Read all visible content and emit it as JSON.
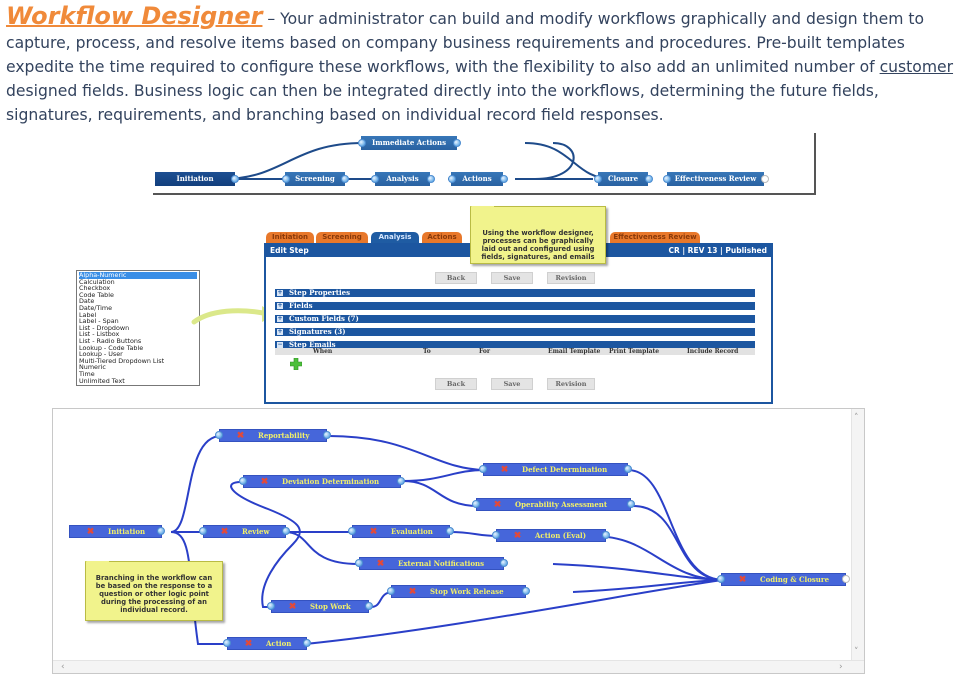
{
  "intro": {
    "title": "Workflow Designer",
    "dash": " – ",
    "text_before_link": "Your administrator can build and modify workflows graphically and design them to capture, process, and resolve items based on company business requirements and procedures.  Pre-built templates expedite the time required to configure these workflows, with the flexibility to also add an unlimited number of ",
    "link_word": "customer",
    "text_after_link": " designed fields. Business logic can then be integrated directly into the workflows, determining the future fields, signatures, requirements, and branching based on individual record field responses."
  },
  "simple_workflow": {
    "nodes": [
      "Initiation",
      "Immediate Actions",
      "Screening",
      "Analysis",
      "Actions",
      "Closure",
      "Effectiveness Review"
    ]
  },
  "edit_step": {
    "tabs": [
      "Initiation",
      "Screening",
      "Analysis",
      "Actions",
      "Effectiveness Review"
    ],
    "active_tab": "Analysis",
    "header_left": "Edit Step",
    "header_right": "CR | REV 13 | Published",
    "buttons": {
      "back": "Back",
      "save": "Save",
      "revision": "Revision"
    },
    "sections": [
      {
        "label": "Step Properties",
        "toggle": "+"
      },
      {
        "label": "Fields",
        "toggle": "+"
      },
      {
        "label": "Custom Fields (7)",
        "toggle": "+"
      },
      {
        "label": "Signatures (3)",
        "toggle": "+"
      },
      {
        "label": "Step Emails",
        "toggle": "−"
      }
    ],
    "email_columns": [
      "When",
      "To",
      "For",
      "Email Template",
      "Print Template",
      "Include Record"
    ],
    "note": "Using the workflow designer, processes can be graphically laid out and configured using fields, signatures, and emails"
  },
  "field_types": {
    "selected": "Alpha-Numeric",
    "options": [
      "Alpha-Numeric",
      "Calculation",
      "Checkbox",
      "Code Table",
      "Date",
      "Date/Time",
      "Label",
      "Label - Span",
      "List - Dropdown",
      "List - Listbox",
      "List - Radio Buttons",
      "Lookup - Code Table",
      "Lookup - User",
      "Multi-Tiered Dropdown List",
      "Numeric",
      "Time",
      "Unlimited Text"
    ]
  },
  "branching_workflow": {
    "nodes": [
      "Reportability",
      "Deviation Determination",
      "Defect Determination",
      "Operability Assessment",
      "Initiation",
      "Review",
      "Evaluation",
      "Action (Eval)",
      "External Notifications",
      "Stop Work Release",
      "Stop Work",
      "Action",
      "Coding & Closure"
    ],
    "note": "Branching in the workflow can be based on the response to a question or other logic point during the processing of an individual record.",
    "node_icon": "delete-x-icon",
    "scroll_left": "‹",
    "scroll_right": "›",
    "scroll_up": "˄",
    "scroll_down": "˅"
  },
  "colors": {
    "title_orange": "#f08a3a",
    "panel_blue": "#1c56a0",
    "tab_orange": "#e8782b",
    "node_blue": "#4666da",
    "node_text": "#f2f06a",
    "note_yellow": "#f1f38c"
  }
}
